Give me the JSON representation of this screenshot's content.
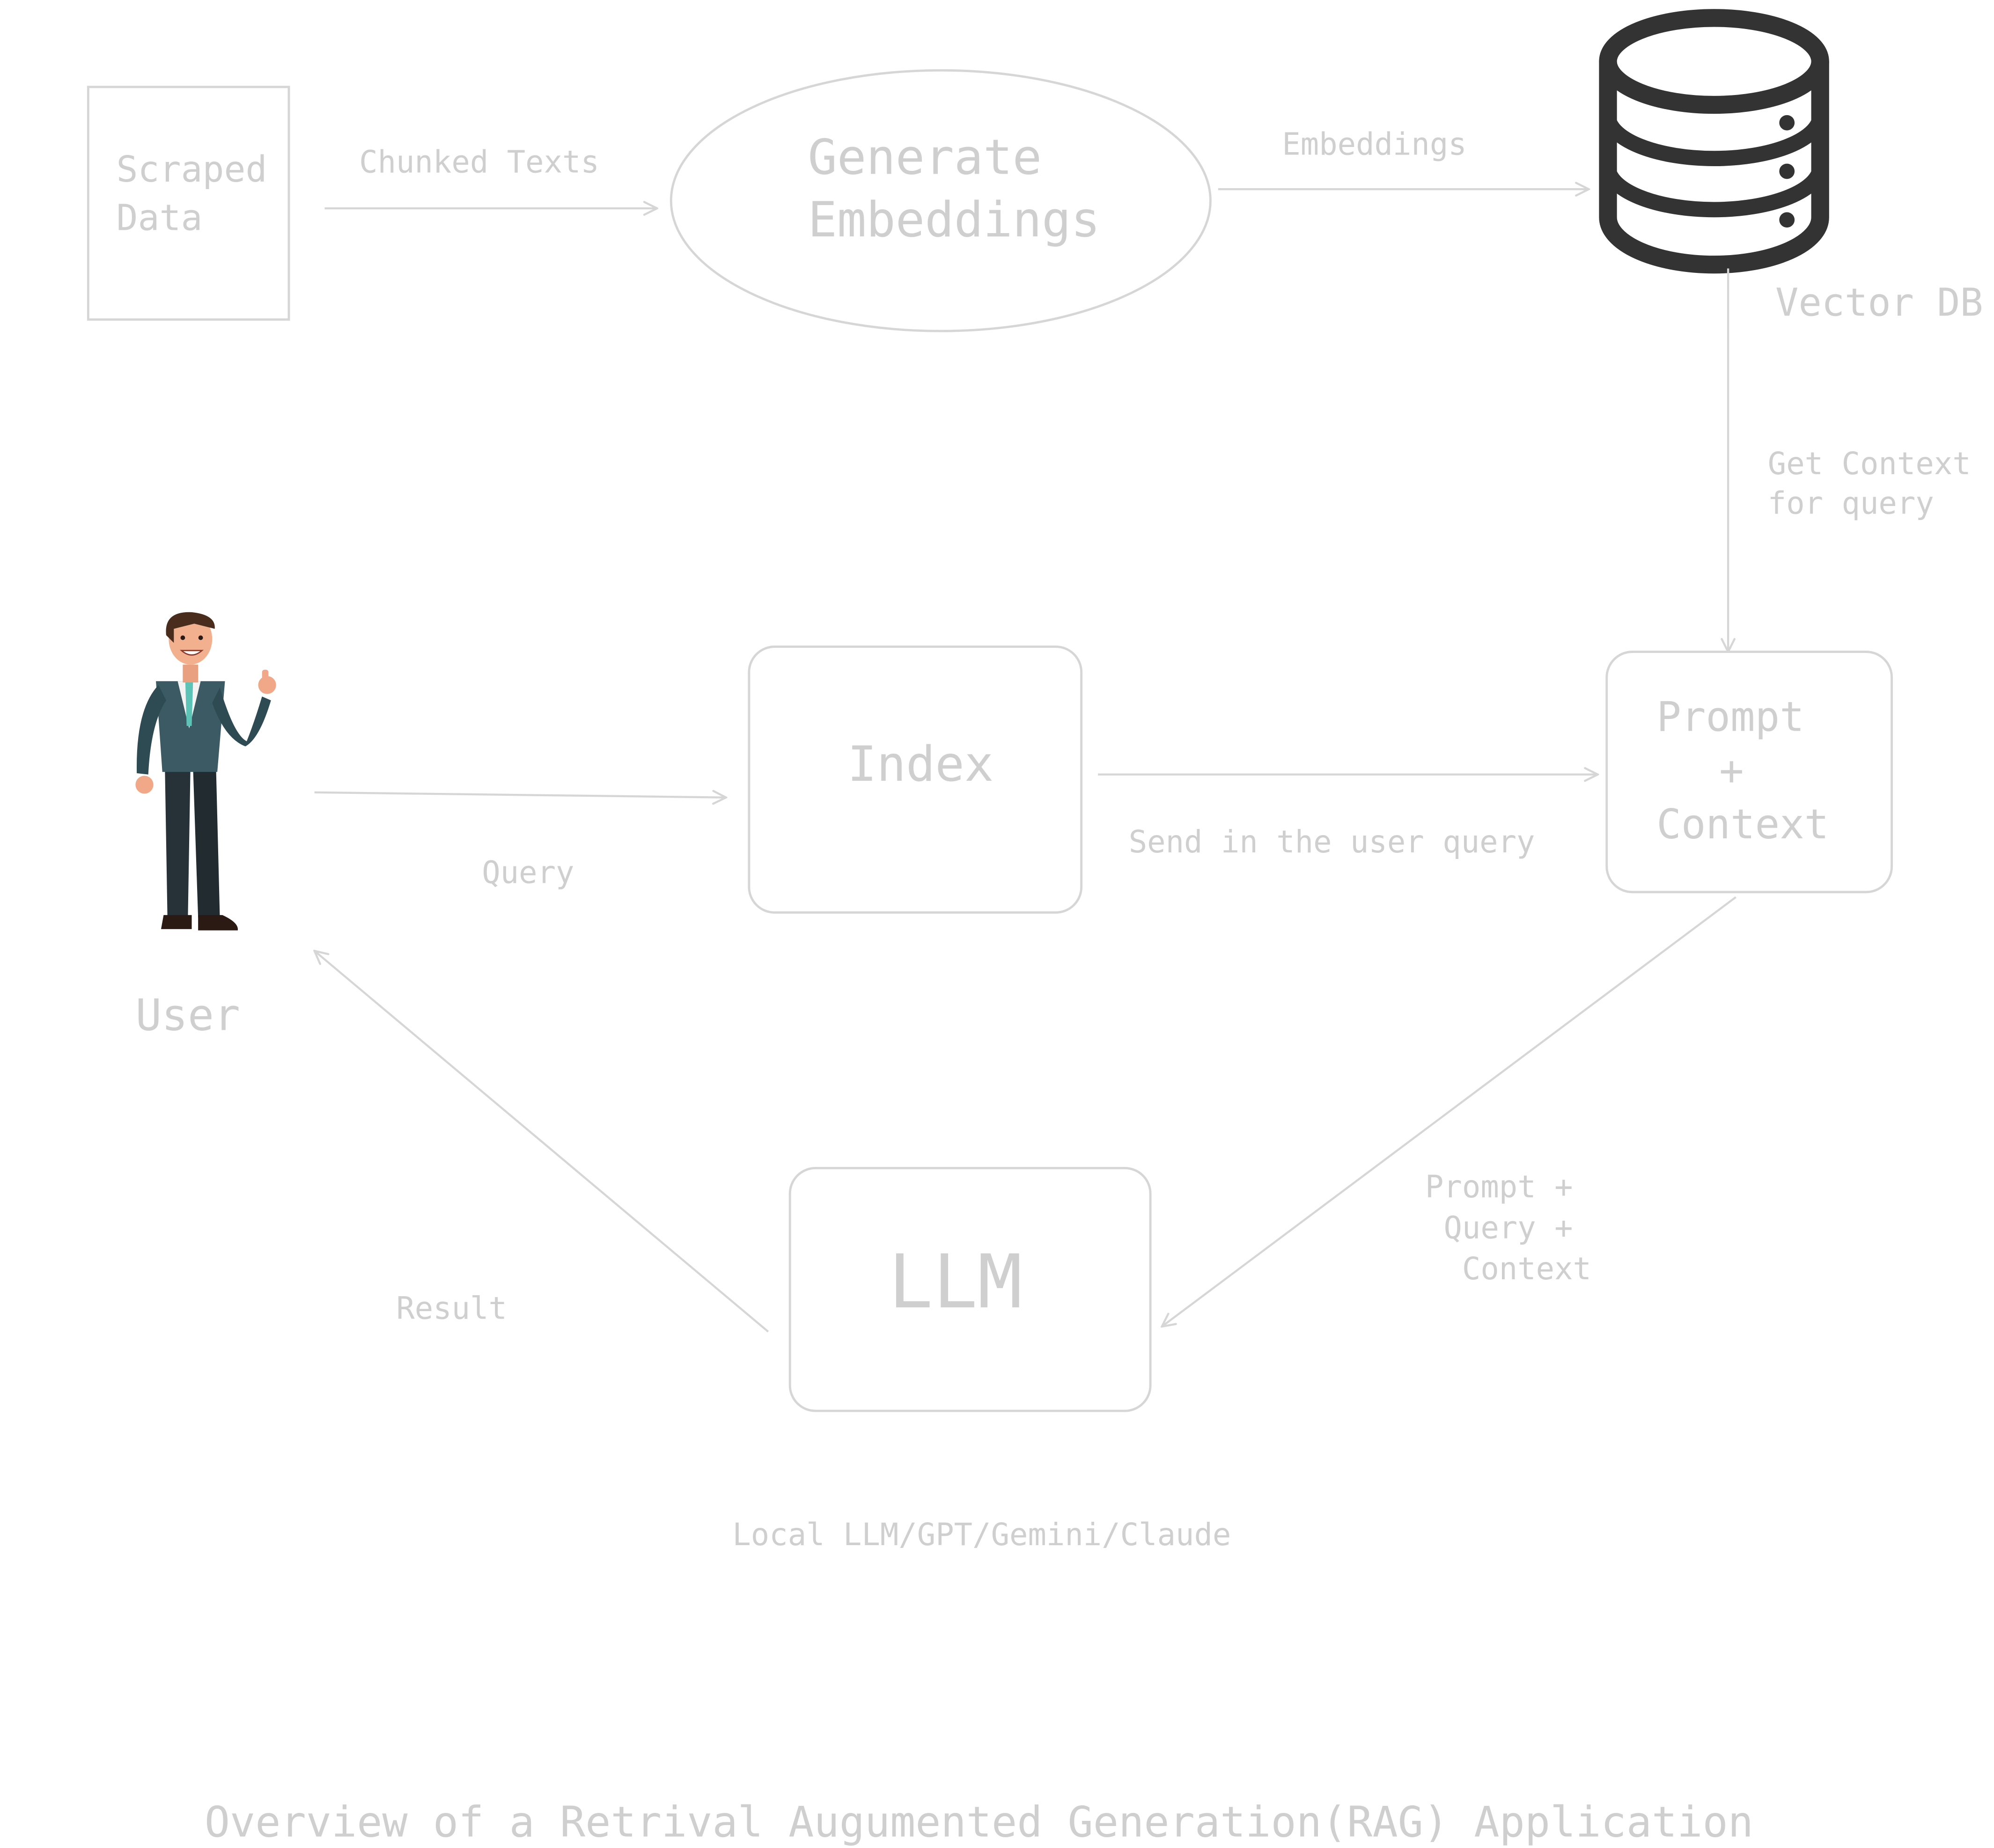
{
  "title": "Overview of a Retrival Augumented Generation(RAG) Application",
  "nodes": {
    "scraped_data": [
      "Scraped",
      "Data"
    ],
    "generate_embeddings": [
      "Generate",
      "Embeddings"
    ],
    "vector_db": "Vector DB",
    "user": "User",
    "index": "Index",
    "prompt_context": [
      "Prompt",
      "+",
      "Context"
    ],
    "llm": "LLM",
    "llm_caption": "Local LLM/GPT/Gemini/Claude"
  },
  "edges": {
    "chunked_texts": "Chunked Texts",
    "embeddings": "Embeddings",
    "get_context": [
      "Get Context",
      "for query"
    ],
    "query": "Query",
    "send_query": "Send in the user query",
    "prompt_query_context": [
      "Prompt +",
      "Query +",
      "Context"
    ],
    "result": "Result"
  },
  "icons": {
    "database": "database-icon",
    "user": "businessman-thumbs-up"
  },
  "colors": {
    "line": "#d6d6d6",
    "text": "#cfcfcf",
    "database": "#333333"
  }
}
